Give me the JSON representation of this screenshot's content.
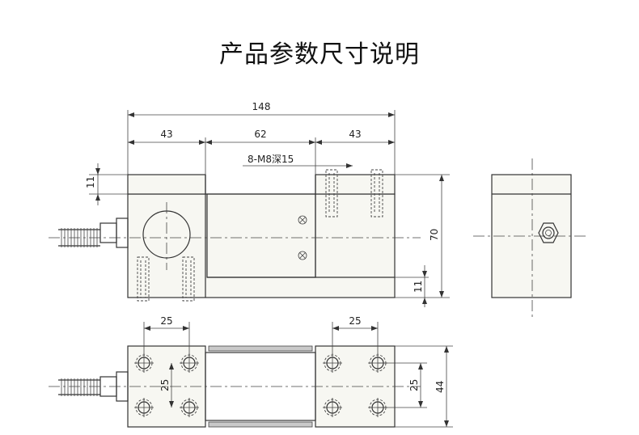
{
  "title": "产品参数尺寸说明",
  "dimensions": {
    "total_length": "148",
    "left_block": "43",
    "middle_section": "62",
    "right_block": "43",
    "thread_note": "8-M8深15",
    "top_step": "11",
    "height": "70",
    "bottom_step": "11",
    "hole_pitch_left_x": "25",
    "hole_pitch_right_x": "25",
    "hole_pitch_left_y": "25",
    "hole_pitch_right_y": "25",
    "width": "44"
  },
  "colors": {
    "line": "#333333",
    "body_fill": "#f7f7f2"
  }
}
